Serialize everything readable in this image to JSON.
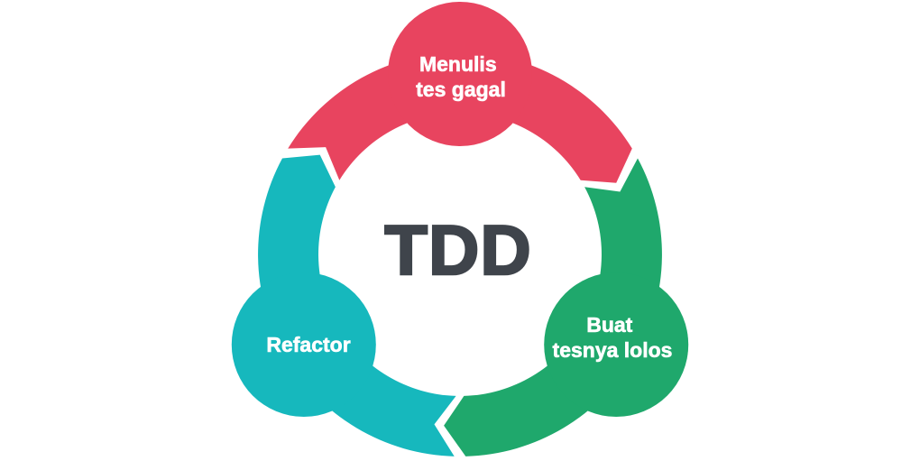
{
  "diagram": {
    "center_label": "TDD",
    "center_label_color": "#3F444B",
    "background_color": "#FFFFFF",
    "nodes": [
      {
        "id": "menulis-tes-gagal",
        "lines": [
          "Menulis",
          "tes gagal"
        ],
        "color": "#E8445F",
        "text_color": "#FFFFFF"
      },
      {
        "id": "buat-tesnya-lolos",
        "lines": [
          "Buat",
          "tesnya lolos"
        ],
        "color": "#1FA86C",
        "text_color": "#FFFFFF"
      },
      {
        "id": "refactor",
        "lines": [
          "Refactor"
        ],
        "color": "#16B8BD",
        "text_color": "#FFFFFF"
      }
    ]
  }
}
